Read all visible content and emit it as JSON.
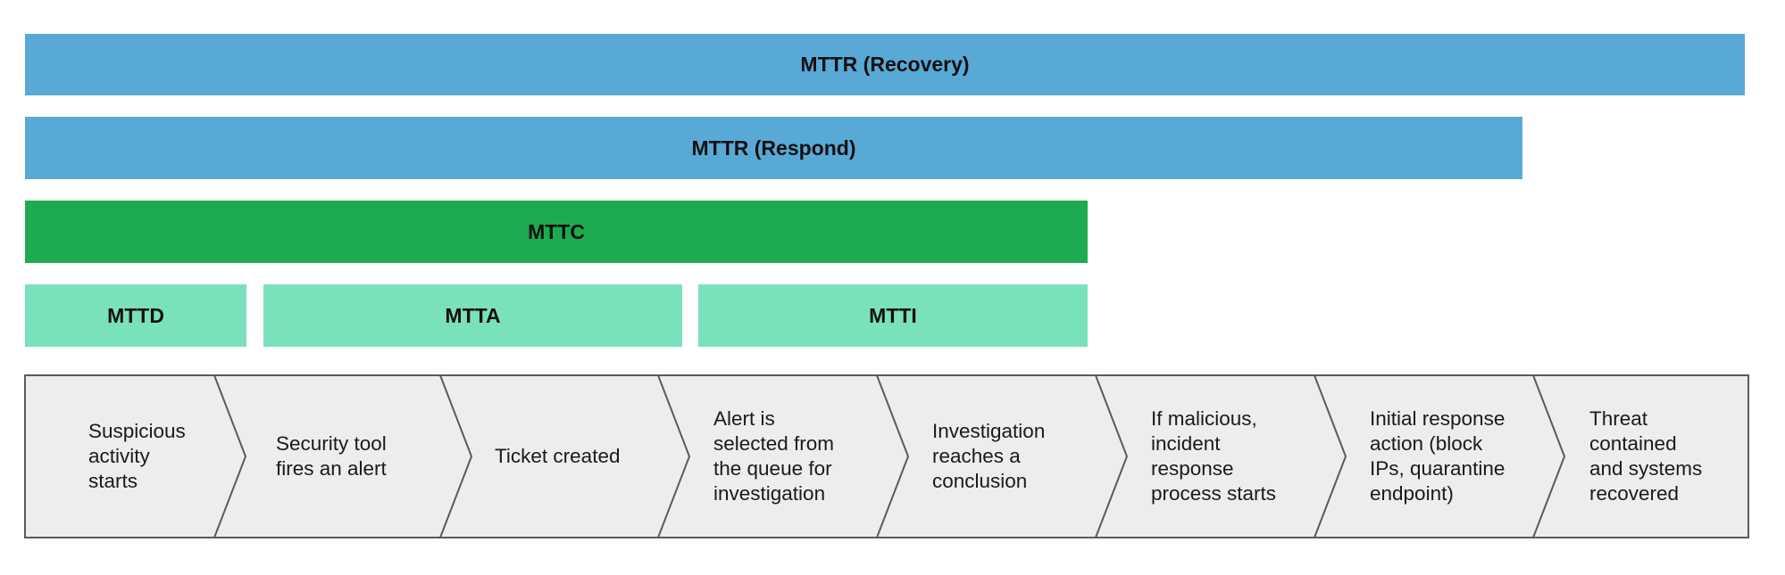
{
  "colors": {
    "mttr_bar": "#59a9d6",
    "mttc_bar": "#1eaa4f",
    "sub_metric_bar": "#7ae2ba",
    "step_fill": "#ededed",
    "step_stroke": "#5a5a5a"
  },
  "metrics": {
    "recovery": "MTTR (Recovery)",
    "respond": "MTTR (Respond)",
    "mttc": "MTTC",
    "mttd": "MTTD",
    "mtta": "MTTA",
    "mtti": "MTTI"
  },
  "steps": [
    {
      "label": "Suspicious\nactivity\nstarts"
    },
    {
      "label": "Security tool\nfires an alert"
    },
    {
      "label": "Ticket created"
    },
    {
      "label": "Alert is\nselected from\nthe queue for\ninvestigation"
    },
    {
      "label": "Investigation\nreaches a\nconclusion"
    },
    {
      "label": "If malicious,\nincident\nresponse\nprocess starts"
    },
    {
      "label": "Initial response\naction (block\nIPs, quarantine\nendpoint)"
    },
    {
      "label": "Threat\ncontained\nand systems\nrecovered"
    }
  ]
}
